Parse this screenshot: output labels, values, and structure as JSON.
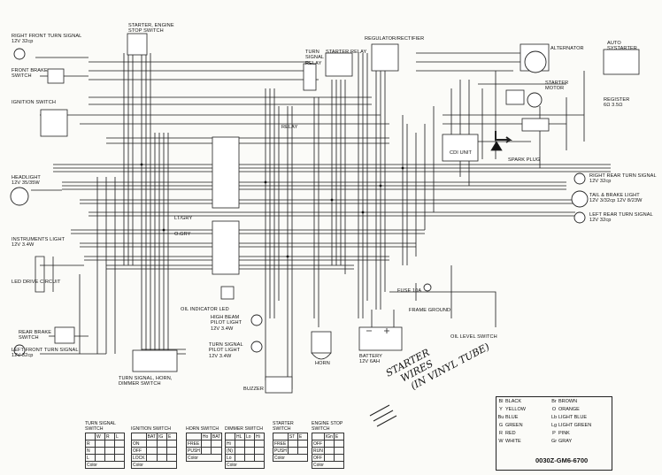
{
  "diagram": {
    "components": [
      {
        "key": "rft",
        "lines": [
          "RIGHT FRONT TURN SIGNAL",
          "12V 32cp"
        ]
      },
      {
        "key": "ses",
        "lines": [
          "STARTER, ENGINE",
          "STOP SWITCH"
        ]
      },
      {
        "key": "tsr",
        "lines": [
          "TURN",
          "SIGNAL",
          "RELAY"
        ]
      },
      {
        "key": "srl",
        "lines": [
          "STARTER RELAY"
        ]
      },
      {
        "key": "reg",
        "lines": [
          "REGULATOR/RECTIFIER"
        ]
      },
      {
        "key": "alt",
        "lines": [
          "ALTERNATOR"
        ]
      },
      {
        "key": "aut",
        "lines": [
          "AUTO",
          "SYSTARTER"
        ]
      },
      {
        "key": "fbs",
        "lines": [
          "FRONT BRAKE",
          "SWITCH"
        ]
      },
      {
        "key": "stm",
        "lines": [
          "STARTER",
          "MOTOR"
        ]
      },
      {
        "key": "reg2",
        "lines": [
          "REGISTER",
          "6Ω 3.5Ω"
        ]
      },
      {
        "key": "ign",
        "lines": [
          "IGNITION SWITCH"
        ]
      },
      {
        "key": "rly",
        "lines": [
          "RELAY"
        ]
      },
      {
        "key": "cdi",
        "lines": [
          "CDI UNIT"
        ]
      },
      {
        "key": "spk",
        "lines": [
          "SPARK PLUG"
        ]
      },
      {
        "key": "hl",
        "lines": [
          "HEADLIGHT",
          "12V 35/35W"
        ]
      },
      {
        "key": "rrt",
        "lines": [
          "RIGHT REAR TURN SIGNAL",
          "12V 32cp"
        ]
      },
      {
        "key": "tbl",
        "lines": [
          "TAIL & BRAKE LIGHT",
          "12V 3/32cp  12V 8/23W"
        ]
      },
      {
        "key": "lrt",
        "lines": [
          "LEFT REAR TURN SIGNAL",
          "12V 32cp"
        ]
      },
      {
        "key": "inst",
        "lines": [
          "INSTRUMENTS LIGHT",
          "12V 3.4W"
        ]
      },
      {
        "key": "led",
        "lines": [
          "LED DRIVE CIRCUIT"
        ]
      },
      {
        "key": "oil",
        "lines": [
          "OIL INDICATOR LED"
        ]
      },
      {
        "key": "hb",
        "lines": [
          "HIGH BEAM",
          "PILOT LIGHT",
          "12V 3.4W"
        ]
      },
      {
        "key": "fuse",
        "lines": [
          "FUSE 10A"
        ]
      },
      {
        "key": "fg",
        "lines": [
          "FRAME GROUND"
        ]
      },
      {
        "key": "rbs",
        "lines": [
          "REAR BRAKE",
          "SWITCH"
        ]
      },
      {
        "key": "lft",
        "lines": [
          "LEFT FRONT TURN SIGNAL",
          "12V 32cp"
        ]
      },
      {
        "key": "tsp",
        "lines": [
          "TURN SIGNAL",
          "PILOT LIGHT",
          "12V 3.4W"
        ]
      },
      {
        "key": "horn",
        "lines": [
          "HORN"
        ]
      },
      {
        "key": "bat",
        "lines": [
          "BATTERY",
          "12V 6AH"
        ]
      },
      {
        "key": "olv",
        "lines": [
          "OIL LEVEL SWITCH"
        ]
      },
      {
        "key": "tsh",
        "lines": [
          "TURN SIGNAL, HORN,",
          "DIMMER SWITCH"
        ]
      },
      {
        "key": "buz",
        "lines": [
          "BUZZER"
        ]
      }
    ],
    "wire_tags": [
      "LT/GRY",
      "O.GRY"
    ],
    "handwritten_note": [
      "STARTER",
      "WIRES",
      "(IN VINYL TUBE)"
    ],
    "document_number": "0030Z-GM6-6700"
  },
  "switch_tables": [
    {
      "title": [
        "TURN SIGNAL",
        "SWITCH"
      ],
      "header": [
        "",
        "W",
        "R",
        "L"
      ],
      "rows": [
        [
          "R",
          "",
          "",
          ""
        ],
        [
          "N",
          "",
          "",
          ""
        ],
        [
          "L",
          "",
          "",
          ""
        ]
      ],
      "footer": "Color"
    },
    {
      "title": [
        "IGNITION SWITCH"
      ],
      "header": [
        "",
        "BAT",
        "IG",
        "E"
      ],
      "rows": [
        [
          "ON",
          "",
          "",
          ""
        ],
        [
          "OFF",
          "",
          "",
          ""
        ],
        [
          "LOCK",
          "",
          "",
          ""
        ]
      ],
      "footer": "Color"
    },
    {
      "title": [
        "HORN SWITCH"
      ],
      "header": [
        "",
        "Ho",
        "BAT"
      ],
      "rows": [
        [
          "FREE",
          "",
          ""
        ],
        [
          "PUSH",
          "",
          ""
        ]
      ],
      "footer": "Color"
    },
    {
      "title": [
        "DIMMER SWITCH"
      ],
      "header": [
        "",
        "HL",
        "Lo",
        "Hi"
      ],
      "rows": [
        [
          "Hi",
          "",
          "",
          ""
        ],
        [
          "(N)",
          "",
          "",
          ""
        ],
        [
          "Lo",
          "",
          "",
          ""
        ]
      ],
      "footer": "Color"
    },
    {
      "title": [
        "STARTER",
        "SWITCH"
      ],
      "header": [
        "",
        "ST",
        "E"
      ],
      "rows": [
        [
          "FREE",
          "",
          ""
        ],
        [
          "PUSH",
          "",
          ""
        ]
      ],
      "footer": "Color"
    },
    {
      "title": [
        "ENGINE STOP",
        "SWITCH"
      ],
      "header": [
        "",
        "IGn",
        "E"
      ],
      "rows": [
        [
          "OFF",
          "",
          ""
        ],
        [
          "RUN",
          "",
          ""
        ],
        [
          "OFF",
          "",
          ""
        ]
      ],
      "footer": "Color"
    }
  ],
  "legend": [
    {
      "code": "Bl",
      "name": "BLACK",
      "code2": "Br",
      "name2": "BROWN"
    },
    {
      "code": "Y",
      "name": "YELLOW",
      "code2": "O",
      "name2": "ORANGE"
    },
    {
      "code": "Bu",
      "name": "BLUE",
      "code2": "Lb",
      "name2": "LIGHT BLUE"
    },
    {
      "code": "G",
      "name": "GREEN",
      "code2": "Lg",
      "name2": "LIGHT GREEN"
    },
    {
      "code": "R",
      "name": "RED",
      "code2": "P",
      "name2": "PINK"
    },
    {
      "code": "W",
      "name": "WHITE",
      "code2": "Gr",
      "name2": "GRAY"
    }
  ],
  "colors": {
    "ink": "#111111",
    "paper": "#fbfbf8"
  }
}
